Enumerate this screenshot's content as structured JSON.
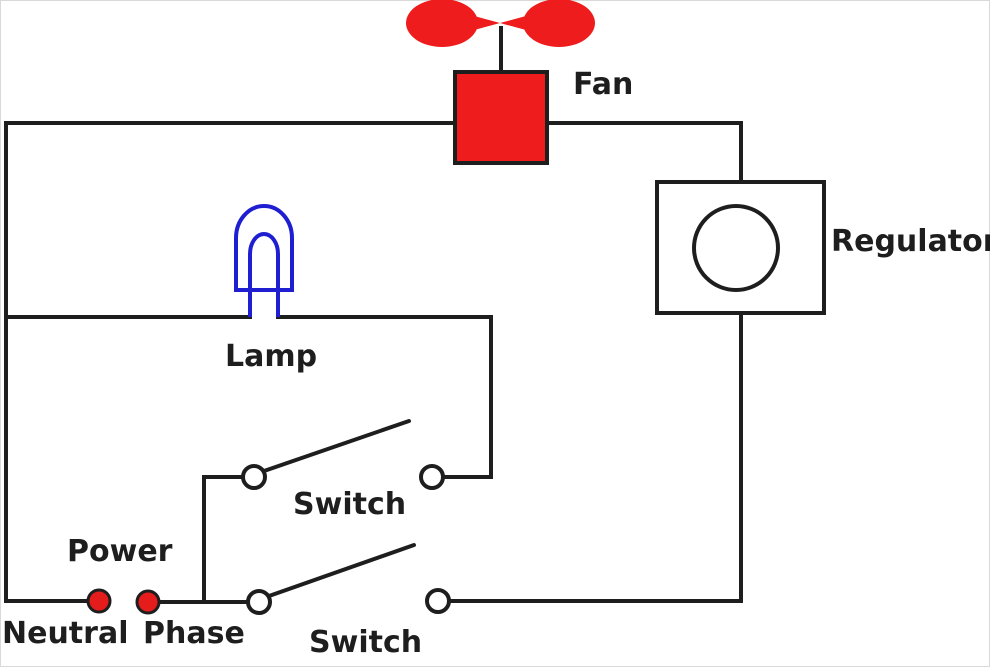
{
  "labels": {
    "fan": "Fan",
    "regulator": "Regulator",
    "lamp": "Lamp",
    "switch_top": "Switch",
    "switch_bottom": "Switch",
    "power": "Power",
    "neutral": "Neutral",
    "phase": "Phase"
  },
  "colors": {
    "background": "#ffffff",
    "wire": "#1e1e1e",
    "fan": "#ee1c1c",
    "lamp": "#1f1fd1",
    "terminal": "#e41c1c",
    "frame": "#d9d9d9"
  }
}
